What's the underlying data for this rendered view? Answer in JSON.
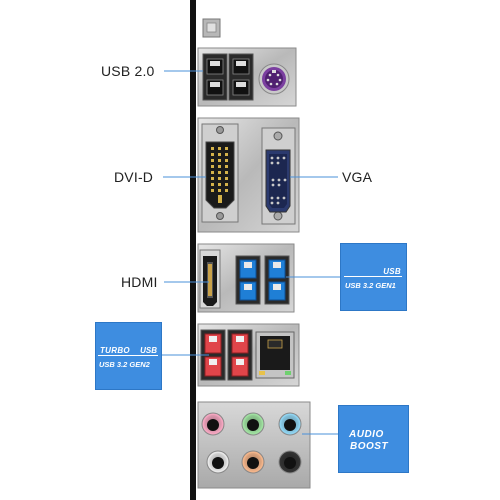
{
  "labels": {
    "usb20": "USB 2.0",
    "dvid": "DVI-D",
    "vga": "VGA",
    "hdmi": "HDMI"
  },
  "badges": {
    "usb32gen1": {
      "logo": "USB",
      "text": "USB 3.2 GEN1"
    },
    "turbo": {
      "prefix": "TURBO",
      "logo": "USB",
      "text": "USB 3.2 GEN2"
    },
    "audio": {
      "line1": "AUDIO",
      "line2": "BOOST"
    }
  },
  "colors": {
    "callout_line": "#4a90d9",
    "badge_blue": "#3e8de0",
    "usb3_port": "#1f7fd6",
    "usb32gen2_port": "#e0454a",
    "ps2": "#7b3fa0",
    "audio_jacks": [
      "#f4a6c0",
      "#9fe0a0",
      "#8fd3f0",
      "#e8e8e8",
      "#f2b48a",
      "#333333"
    ]
  },
  "icons": [
    "ps2-port-icon",
    "usb-port-icon",
    "dvi-port-icon",
    "vga-port-icon",
    "hdmi-port-icon",
    "lan-port-icon",
    "audio-jack-icon"
  ]
}
